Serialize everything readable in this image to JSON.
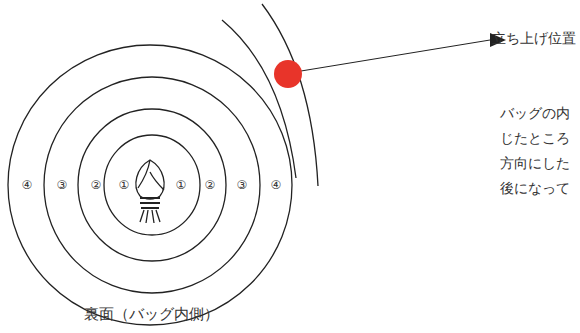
{
  "diagram": {
    "caption": "裏面（バッグ内側）",
    "labels": [
      "立ち上げ位置",
      "バッグの内",
      "じたところ",
      "方向にした",
      "後になって",
      "④",
      "③",
      "②",
      "①",
      "①",
      "②",
      "③",
      "④"
    ]
  }
}
